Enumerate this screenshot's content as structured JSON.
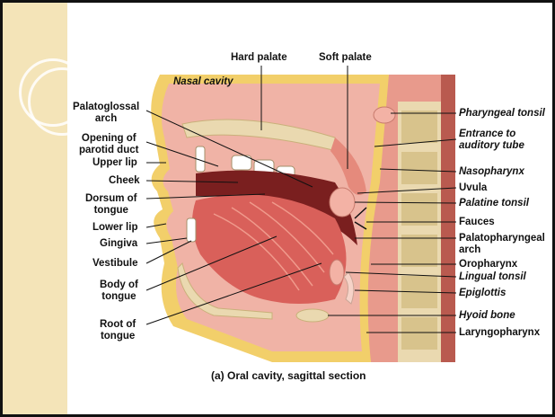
{
  "labels": {
    "hard_palate": "Hard palate",
    "soft_palate": "Soft palate",
    "nasal_cavity": "Nasal cavity",
    "palatoglossal_arch": "Palatoglossal\narch",
    "parotid_duct": "Opening of\nparotid duct",
    "upper_lip": "Upper lip",
    "cheek": "Cheek",
    "dorsum_tongue": "Dorsum of\ntongue",
    "lower_lip": "Lower lip",
    "gingiva": "Gingiva",
    "vestibule": "Vestibule",
    "body_tongue": "Body of\ntongue",
    "root_tongue": "Root of\ntongue",
    "pharyngeal_tonsil": "Pharyngeal tonsil",
    "auditory_tube": "Entrance to\nauditory tube",
    "nasopharynx": "Nasopharynx",
    "uvula": "Uvula",
    "palatine_tonsil": "Palatine tonsil",
    "fauces": "Fauces",
    "palatopharyngeal_arch": "Palatopharyngeal\narch",
    "oropharynx": "Oropharynx",
    "lingual_tonsil": "Lingual tonsil",
    "epiglottis": "Epiglottis",
    "hyoid_bone": "Hyoid bone",
    "laryngopharynx": "Laryngopharynx"
  },
  "caption": "(a) Oral cavity, sagittal section",
  "colors": {
    "sidebar": "#f4e4b8",
    "muscle": "#d9605a",
    "tissue": "#f0b3a6",
    "bone": "#ead9b0",
    "fat": "#f2cf6a"
  }
}
